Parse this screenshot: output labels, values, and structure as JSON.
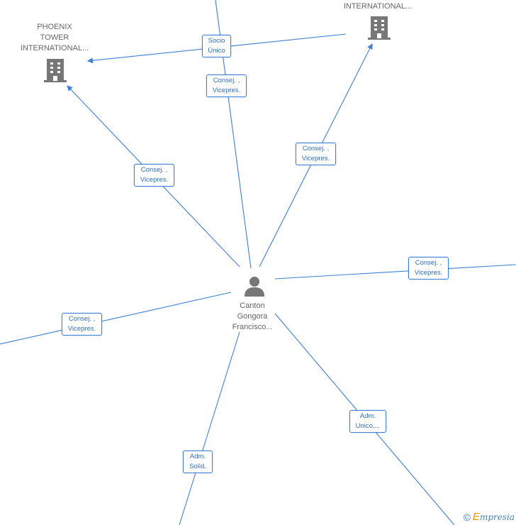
{
  "nodes": {
    "person": {
      "label": "Canton\nGongora\nFrancisco...",
      "icon": "person-icon"
    },
    "company_left": {
      "label": "PHOENIX\nTOWER\nINTERNATIONAL...",
      "icon": "building-icon"
    },
    "company_top": {
      "label": "INTERNATIONAL...",
      "icon": "building-icon"
    }
  },
  "edges": {
    "socio_unico": "Socio\nÚnico",
    "consej_top": "Consej. ,\nVicepres.",
    "consej_upper_left": "Consej. ,\nVicepres.",
    "consej_upper_right": "Consej. ,\nVicepres.",
    "consej_right": "Consej. ,\nVicepres.",
    "consej_left": "Consej. ,\nVicepres.",
    "adm_unico": "Adm.\nUnico,...",
    "adm_solid": "Adm.\nSolid."
  },
  "footer": {
    "copyright": "©",
    "brand_initial": "E",
    "brand_rest": "mpresia"
  },
  "colors": {
    "edge": "#3d7fd6",
    "icon": "#777777",
    "label_text": "#666666",
    "brand_accent": "#f29100"
  }
}
